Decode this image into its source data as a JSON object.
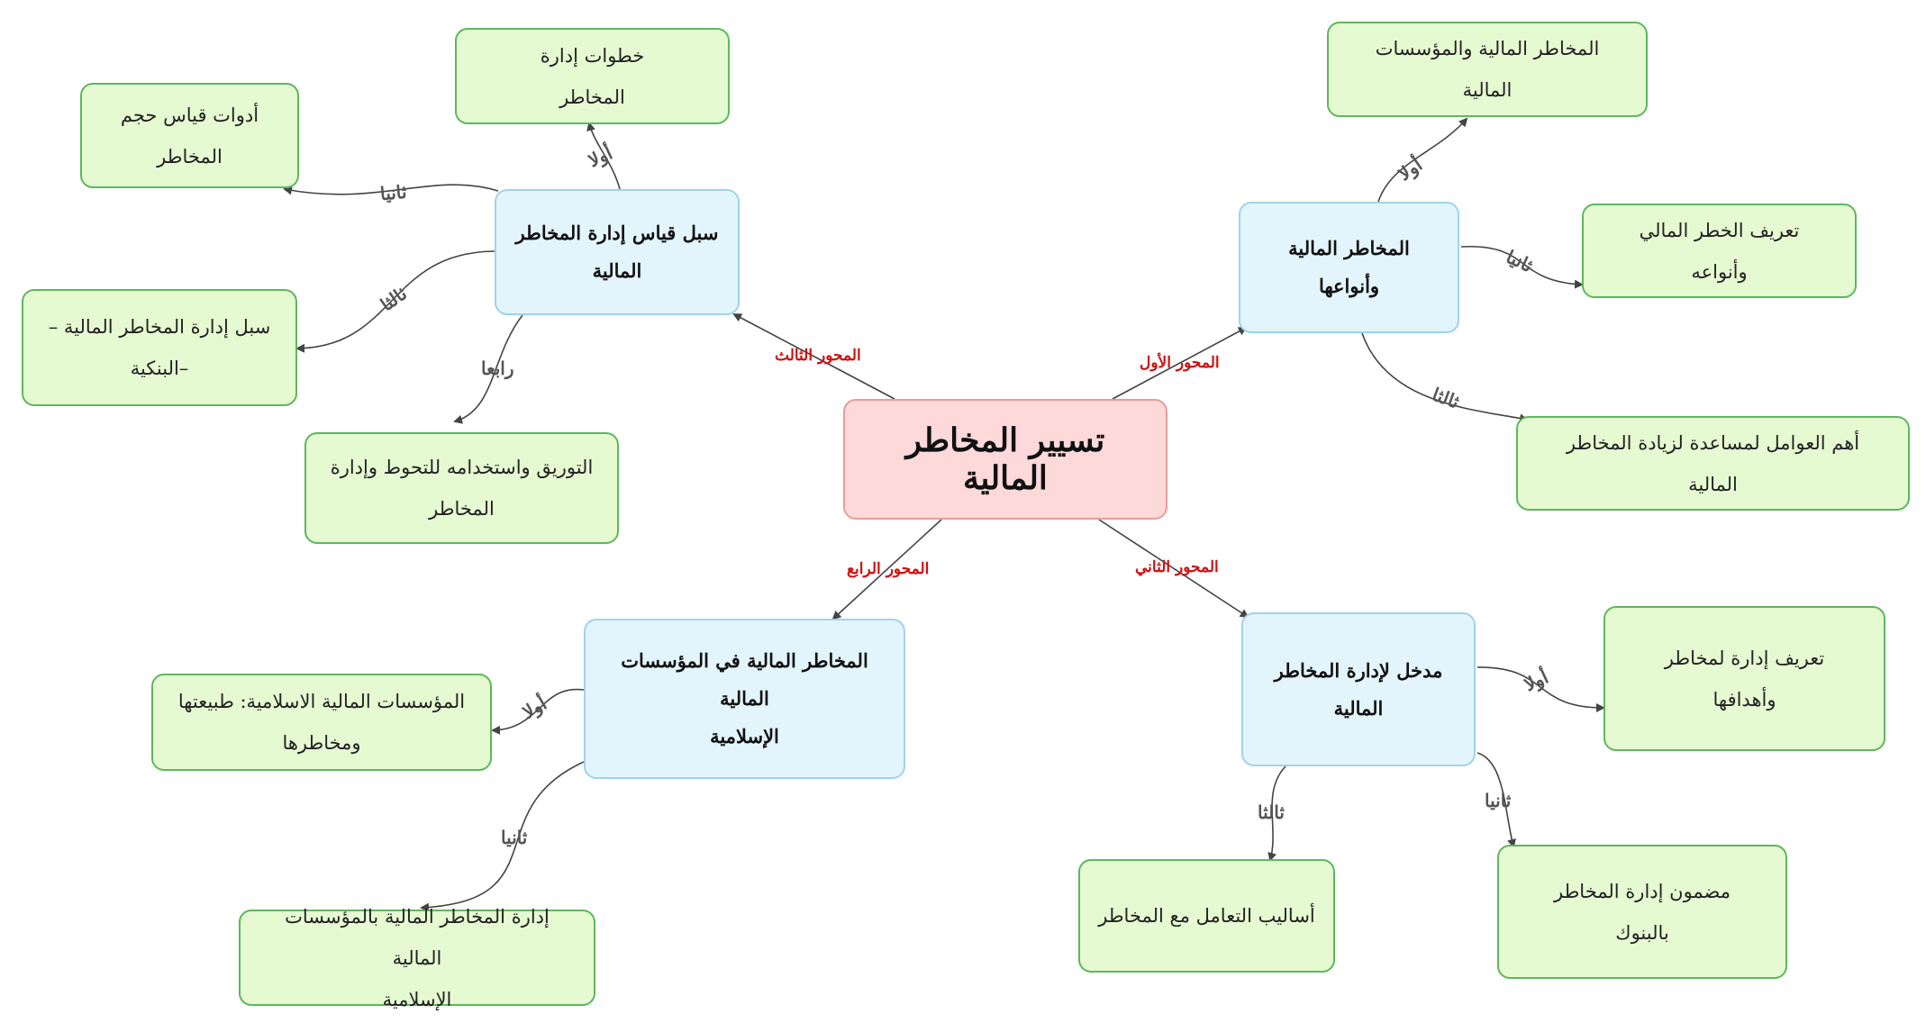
{
  "center": {
    "title": "تسيير المخاطر المالية"
  },
  "axes": [
    {
      "label": "المحور الأول",
      "title": "المخاطر المالية\nوأنواعها"
    },
    {
      "label": "المحور الثاني",
      "title": "مدخل لإدارة المخاطر\nالمالية"
    },
    {
      "label": "المحور الثالث",
      "title": "سبل قياس إدارة المخاطر\nالمالية"
    },
    {
      "label": "المحور الرابع",
      "title": "المخاطر المالية في المؤسسات المالية\nالإسلامية"
    }
  ],
  "leaves": {
    "axis1": [
      {
        "order": "أولا",
        "text": "المخاطر المالية والمؤسسات\nالمالية"
      },
      {
        "order": "ثانيا",
        "text": "تعريف الخطر المالي\nوأنواعه"
      },
      {
        "order": "ثالثا",
        "text": "أهم العوامل لمساعدة لزيادة المخاطر\nالمالية"
      }
    ],
    "axis2": [
      {
        "order": "أولا",
        "text": "تعريف إدارة لمخاطر\nوأهدافها"
      },
      {
        "order": "ثانيا",
        "text": "مضمون إدارة المخاطر\nبالبنوك"
      },
      {
        "order": "ثالثا",
        "text": "أساليب التعامل مع المخاطر"
      }
    ],
    "axis3": [
      {
        "order": "أولا",
        "text": "خطوات إدارة\nالمخاطر"
      },
      {
        "order": "ثانيا",
        "text": "أدوات قياس حجم\nالمخاطر"
      },
      {
        "order": "ثالثا",
        "text": "سبل إدارة المخاطر المالية  –\n–البنكية"
      },
      {
        "order": "رابعا",
        "text": "التوريق واستخدامه للتحوط وإدارة\nالمخاطر"
      }
    ],
    "axis4": [
      {
        "order": "أولا",
        "text": "المؤسسات المالية الاسلامية: طبيعتها\nومخاطرها"
      },
      {
        "order": "ثانيا",
        "text": "إدارة المخاطر المالية بالمؤسسات المالية\nالإسلامية"
      }
    ]
  },
  "colors": {
    "link": "#444444",
    "axis_label": "#d01010"
  }
}
